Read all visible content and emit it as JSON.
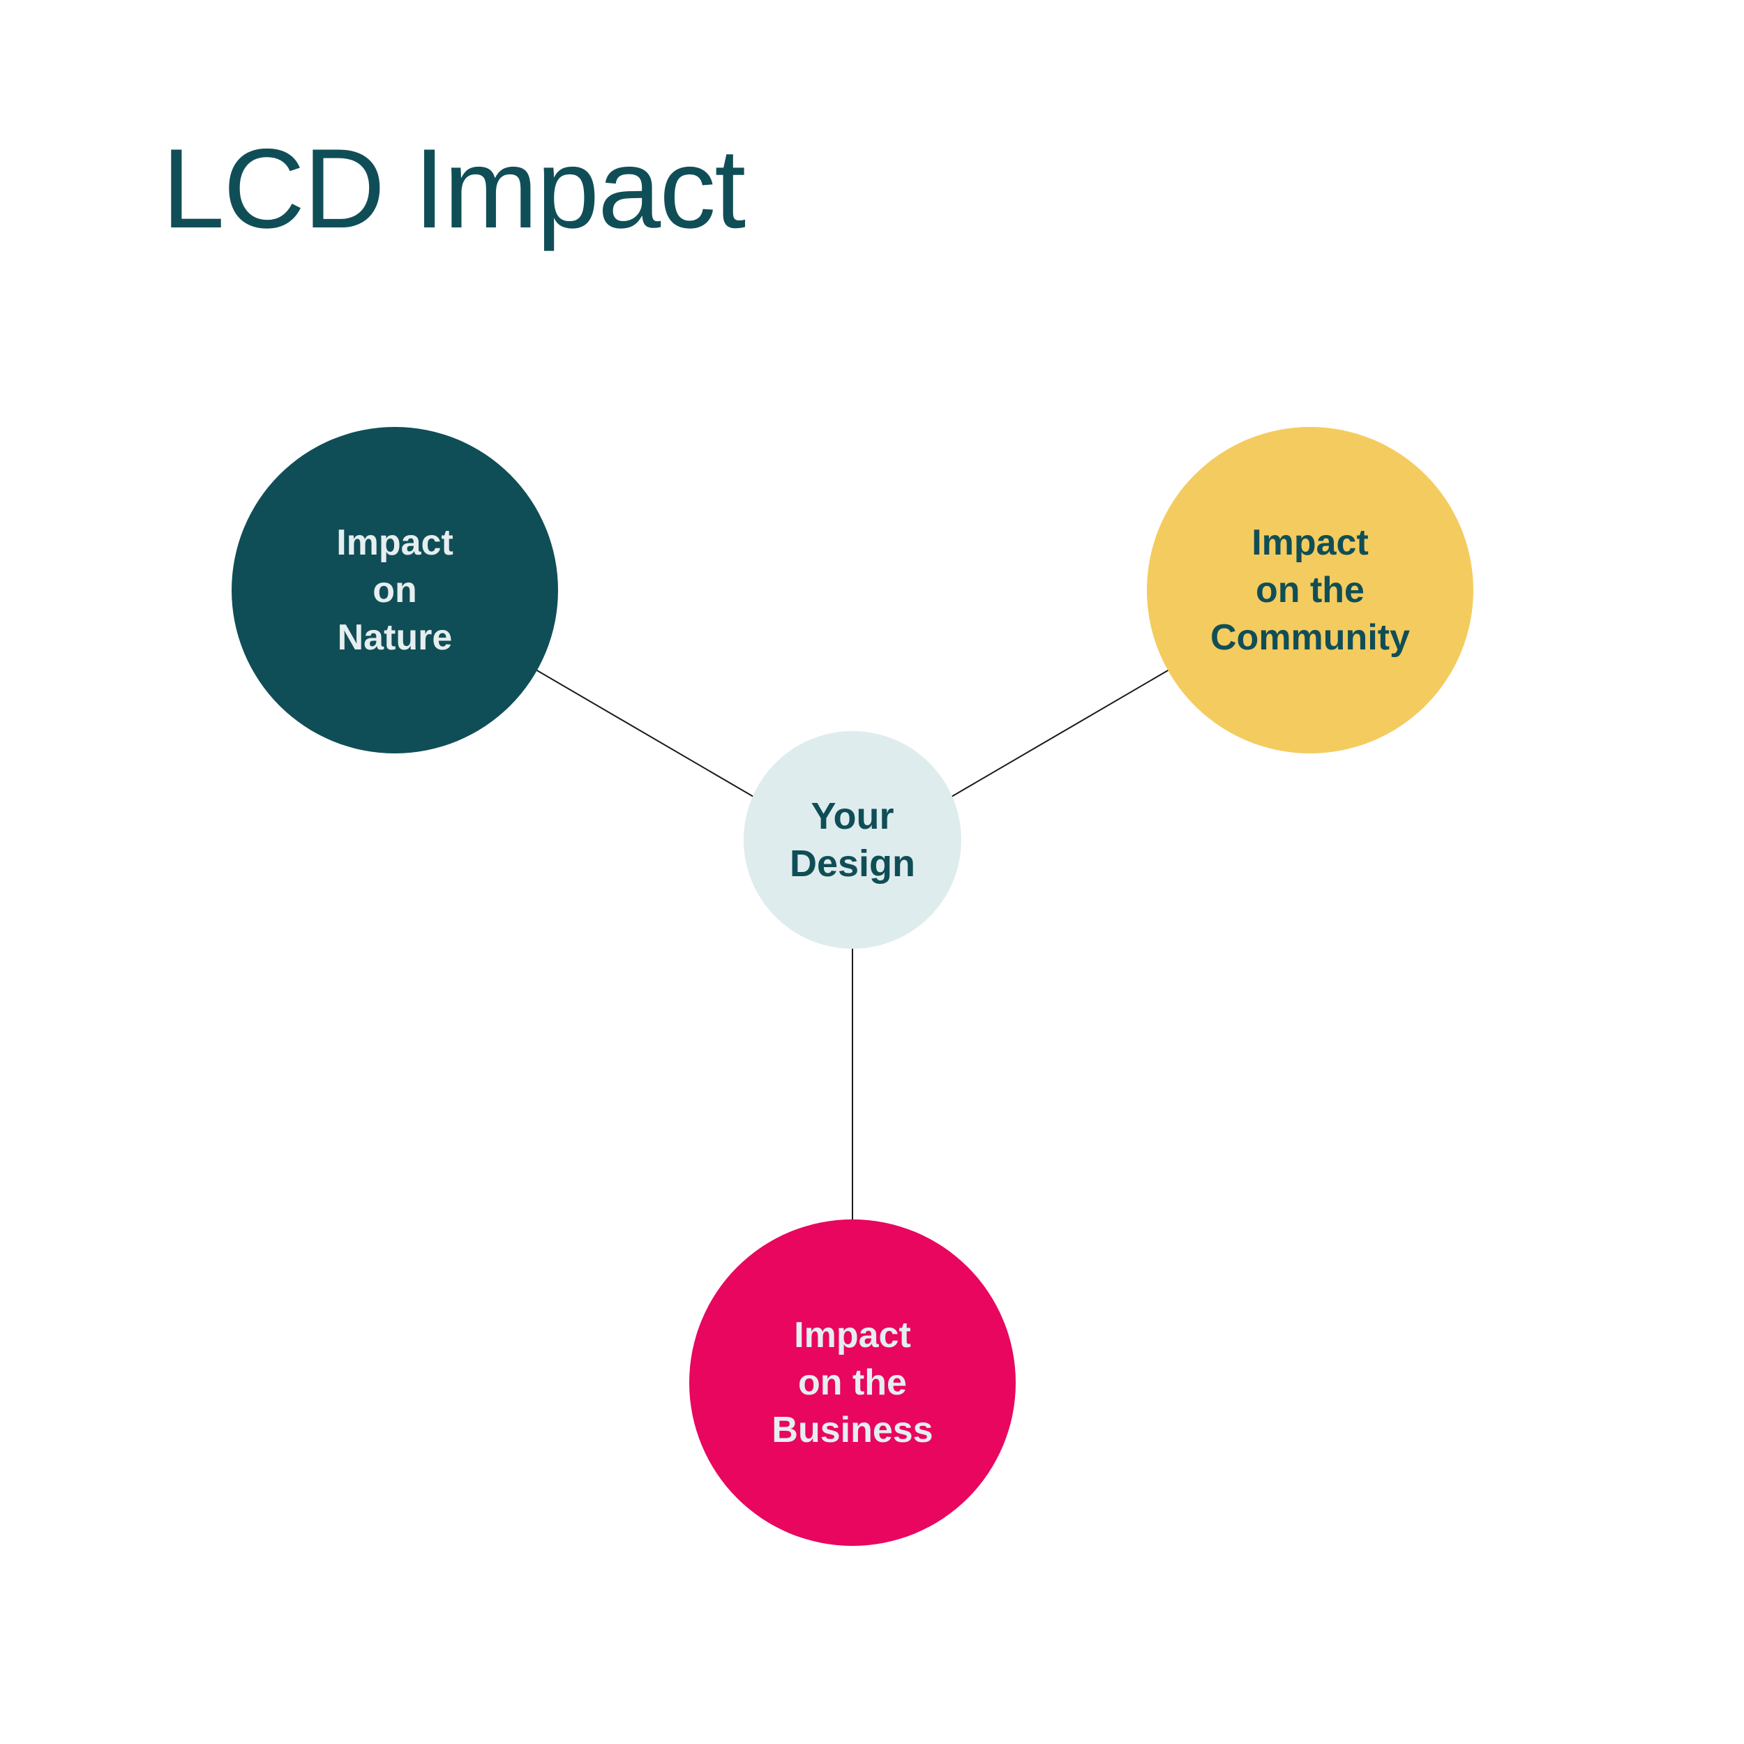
{
  "page": {
    "title": "LCD Impact"
  },
  "colors": {
    "title": "#104e57",
    "nature": "#104e57",
    "community": "#f4cb5e",
    "business": "#e8065f",
    "design": "#dfeced",
    "light_text": "#e6eeef",
    "dark_text": "#104e57",
    "connector": "#1a1a1a"
  },
  "diagram": {
    "center": {
      "lines": [
        "Your",
        "Design"
      ]
    },
    "nodes": {
      "nature": {
        "lines": [
          "Impact",
          "on",
          "Nature"
        ]
      },
      "community": {
        "lines": [
          "Impact",
          "on the",
          "Community"
        ]
      },
      "business": {
        "lines": [
          "Impact",
          "on the",
          "Business"
        ]
      }
    }
  }
}
